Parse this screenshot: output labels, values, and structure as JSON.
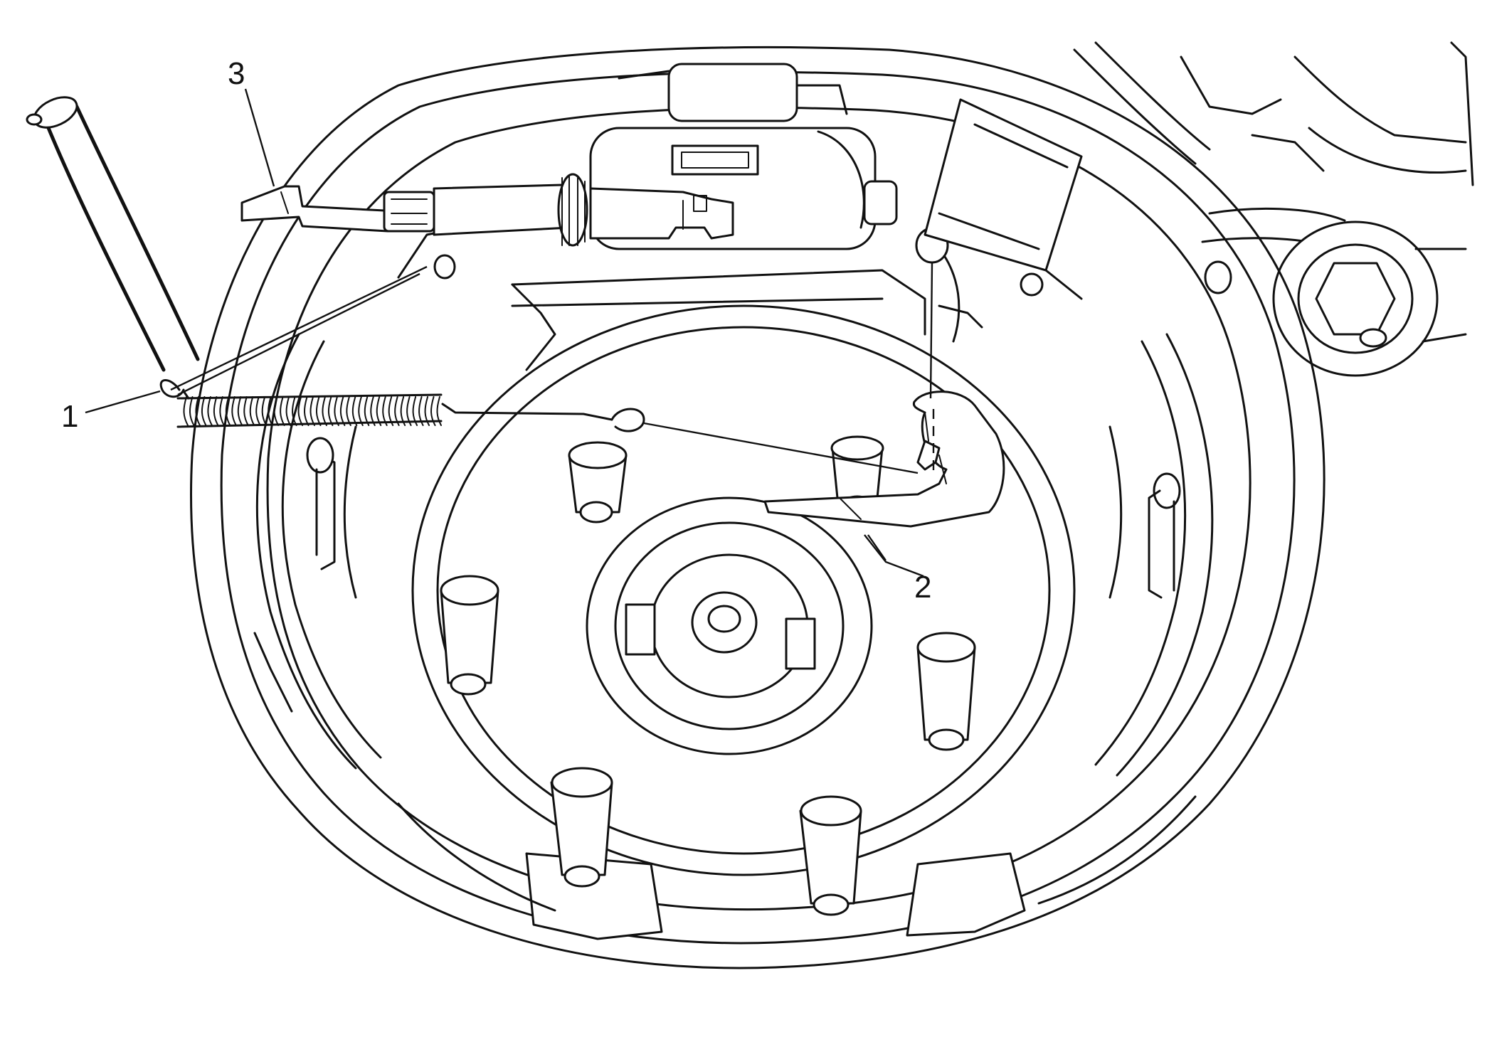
{
  "callouts": [
    {
      "id": "1",
      "text": "1"
    },
    {
      "id": "2",
      "text": "2"
    },
    {
      "id": "3",
      "text": "3"
    }
  ],
  "colors": {
    "line": "#111111",
    "background": "#ffffff"
  }
}
